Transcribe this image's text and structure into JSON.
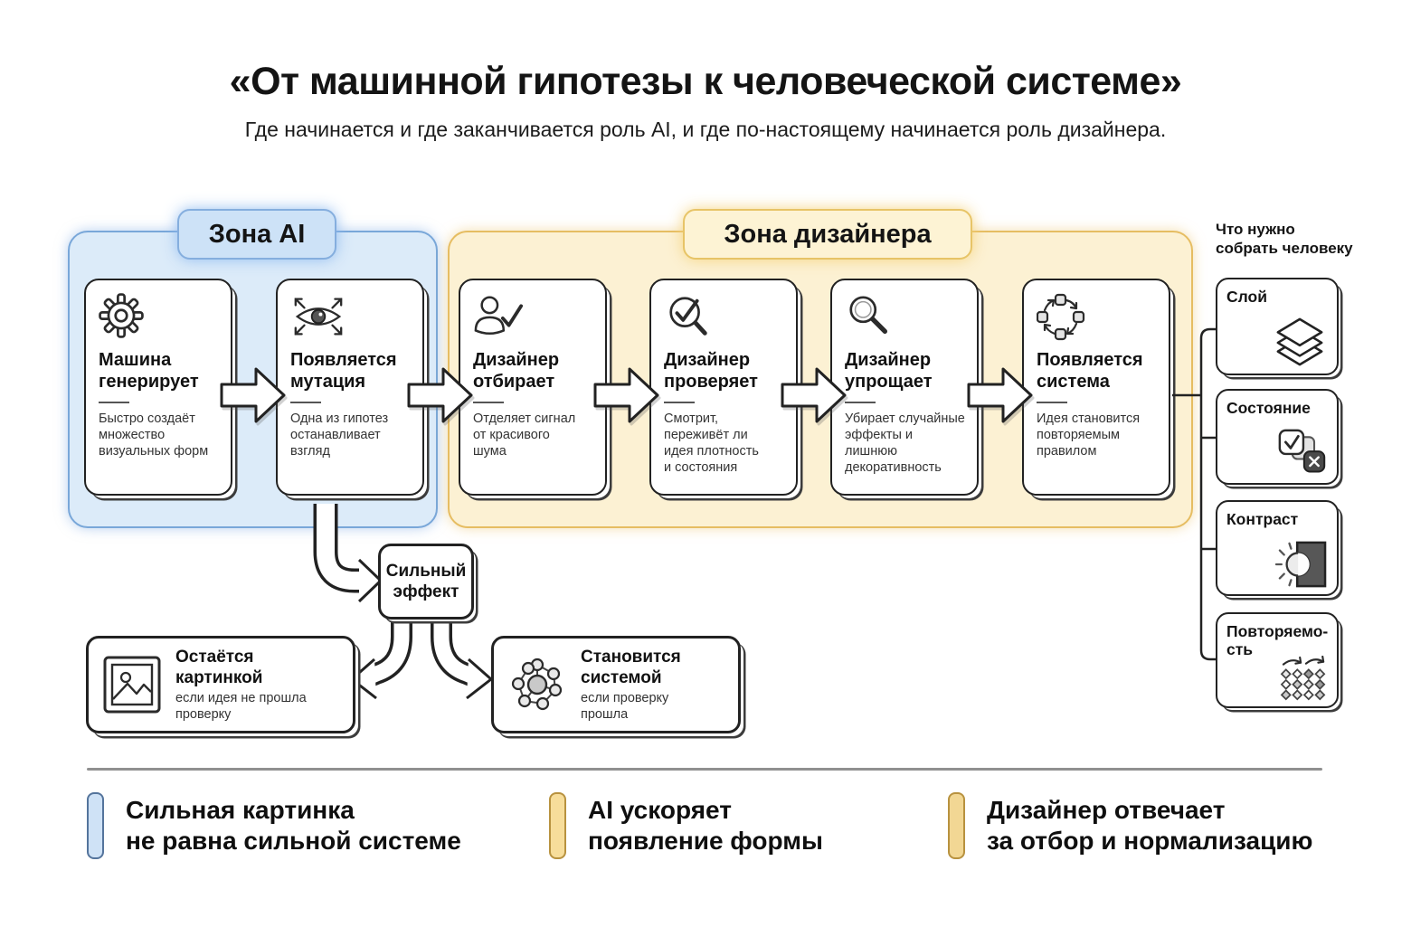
{
  "header": {
    "title": "«От машинной гипотезы к человеческой системе»",
    "subtitle": "Где начинается и где заканчивается роль AI, и где по-настоящему начинается роль дизайнера."
  },
  "zones": {
    "ai": {
      "label": "Зона AI",
      "fill": "#dcebf9",
      "border": "#79a7d9",
      "label_fill": "#cde2f7",
      "label_border": "#85aede"
    },
    "designer": {
      "label": "Зона дизайнера",
      "fill": "#fcf1d3",
      "border": "#e6bd62",
      "label_fill": "#fdf3d4",
      "label_border": "#e7c467"
    }
  },
  "cards": [
    {
      "icon": "gear-icon",
      "title": "Машина\nгенерирует",
      "body": "Быстро создаёт\nмножество\nвизуальных форм"
    },
    {
      "icon": "eye-mutation-icon",
      "title": "Появляется\nмутация",
      "body": "Одна из гипотез\nостанавливает\nвзгляд"
    },
    {
      "icon": "person-check-icon",
      "title": "Дизайнер\nотбирает",
      "body": "Отделяет сигнал\nот красивого\nшума"
    },
    {
      "icon": "check-magnifier-icon",
      "title": "Дизайнер\nпроверяет",
      "body": "Смотрит,\nпереживёт ли\nидея плотность\nи состояния"
    },
    {
      "icon": "magnifier-icon",
      "title": "Дизайнер\nупрощает",
      "body": "Убирает случайные\nэффекты и лишнюю\nдекоративность"
    },
    {
      "icon": "cycle-icon",
      "title": "Появляется\nсистема",
      "body": "Идея становится\nповторяемым\nправилом"
    }
  ],
  "sidebar": {
    "title": "Что нужно\nсобрать человеку",
    "items": [
      {
        "label": "Слой",
        "icon": "layers-icon"
      },
      {
        "label": "Состояние",
        "icon": "state-icon"
      },
      {
        "label": "Контраст",
        "icon": "contrast-icon"
      },
      {
        "label": "Повторяемо-\nсть",
        "icon": "repeat-icon"
      }
    ]
  },
  "flow": {
    "effect_label": "Сильный\nэффект",
    "outcomes": [
      {
        "icon": "picture-icon",
        "title": "Остаётся\nкартинкой",
        "body": "если идея не прошла\nпроверку"
      },
      {
        "icon": "system-icon",
        "title": "Становится\nсистемой",
        "body": "если проверку\nпрошла"
      }
    ]
  },
  "legend": [
    {
      "text": "Сильная картинка\nне равна сильной системе",
      "fill": "#cfe2f6",
      "border": "#54749c"
    },
    {
      "text": "AI ускоряет\nпоявление формы",
      "fill": "#f7dd9a",
      "border": "#b8923f"
    },
    {
      "text": "Дизайнер отвечает\nза отбор и нормализацию",
      "fill": "#f2d794",
      "border": "#b8923f"
    }
  ]
}
